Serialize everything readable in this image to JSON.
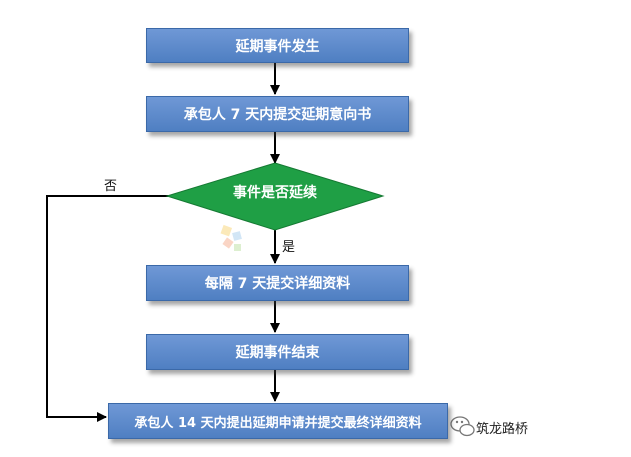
{
  "diagram": {
    "steps": {
      "step1": "延期事件发生",
      "step2": "承包人 7 天内提交延期意向书",
      "decision": "事件是否延续",
      "step3": "每隔 7 天提交详细资料",
      "step4": "延期事件结束",
      "step5": "承包人 14 天内提出延期申请并提交最终详细资料"
    },
    "labels": {
      "yes": "是",
      "no": "否"
    }
  },
  "watermark": {
    "text": "筑龙路桥",
    "icon": "wechat-icon"
  },
  "colors": {
    "box": "#5b88cc",
    "decision": "#1f9f45",
    "line": "#000000"
  }
}
